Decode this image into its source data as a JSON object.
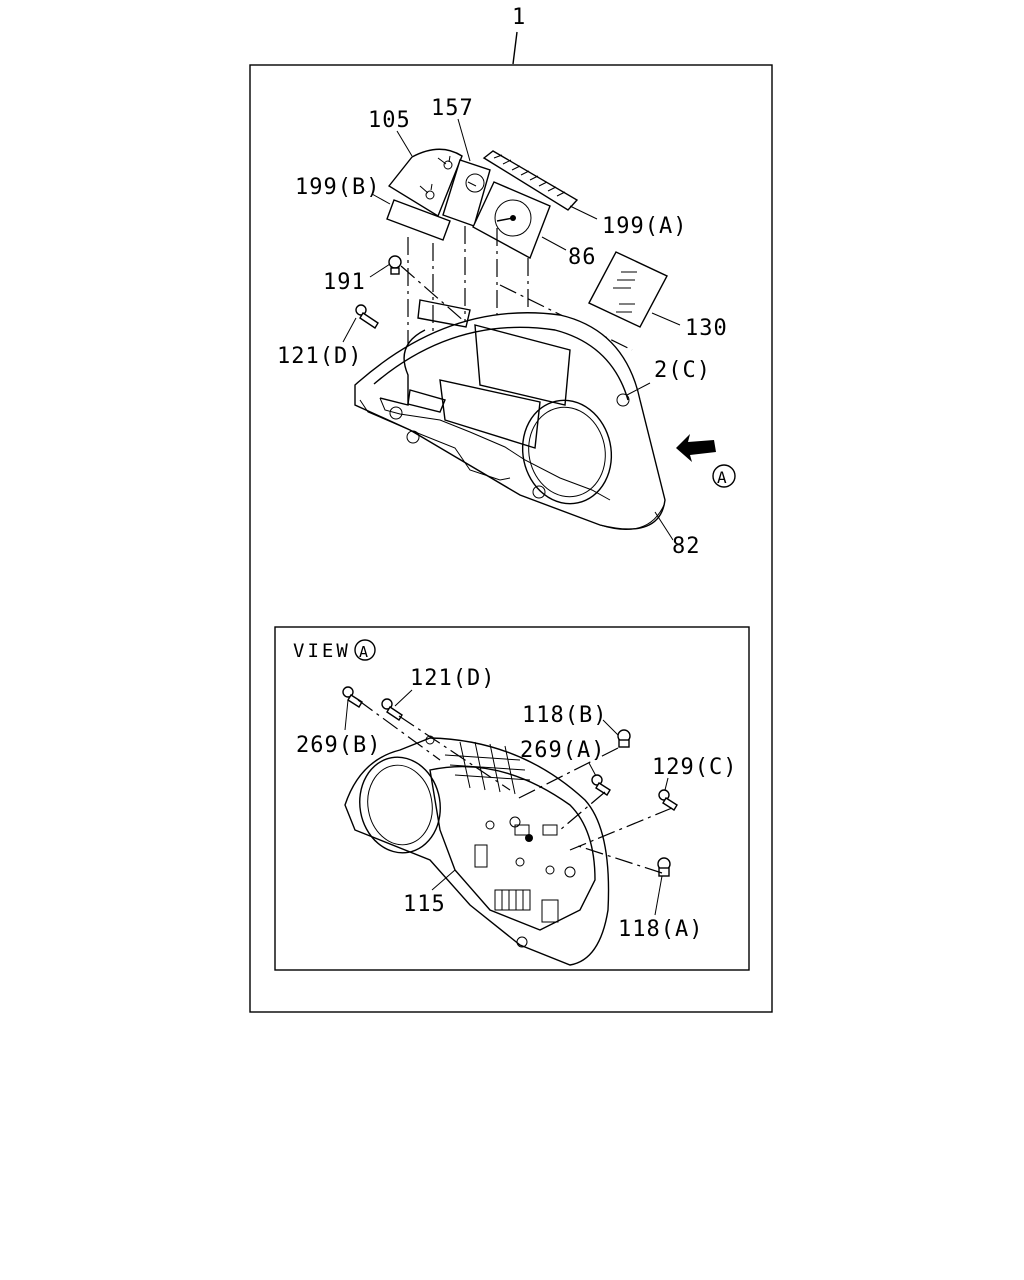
{
  "diagram": {
    "assembly_number": "1",
    "callouts": {
      "p105": "105",
      "p157": "157",
      "p199b": "199(B)",
      "p199a": "199(A)",
      "p86": "86",
      "p191": "191",
      "p130": "130",
      "p121d_top": "121(D)",
      "p2c": "2(C)",
      "p82": "82",
      "view_marker": "A"
    },
    "view": {
      "label": "VIEW",
      "marker": "A",
      "callouts": {
        "p121d": "121(D)",
        "p269b": "269(B)",
        "p118b": "118(B)",
        "p269a": "269(A)",
        "p129c": "129(C)",
        "p115": "115",
        "p118a": "118(A)"
      }
    }
  }
}
